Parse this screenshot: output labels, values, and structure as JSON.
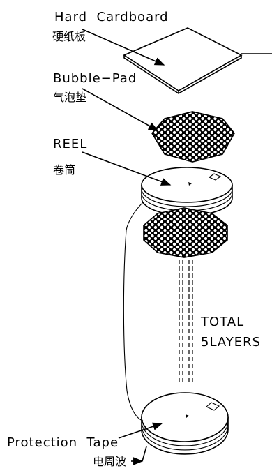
{
  "labels": {
    "hard_cardboard": "Hard  Cardboard",
    "hard_cardboard_cn": "硬纸板",
    "bubble_pad": "Bubble−Pad",
    "bubble_pad_cn": "气泡垫",
    "reel": "REEL",
    "reel_cn": "卷筒",
    "total": "TOTAL",
    "layers": "5LAYERS",
    "protection_tape": "Protection  Tape",
    "protection_tape_cn": "电周波"
  },
  "colors": {
    "ink": "#000000",
    "paper": "#ffffff"
  }
}
